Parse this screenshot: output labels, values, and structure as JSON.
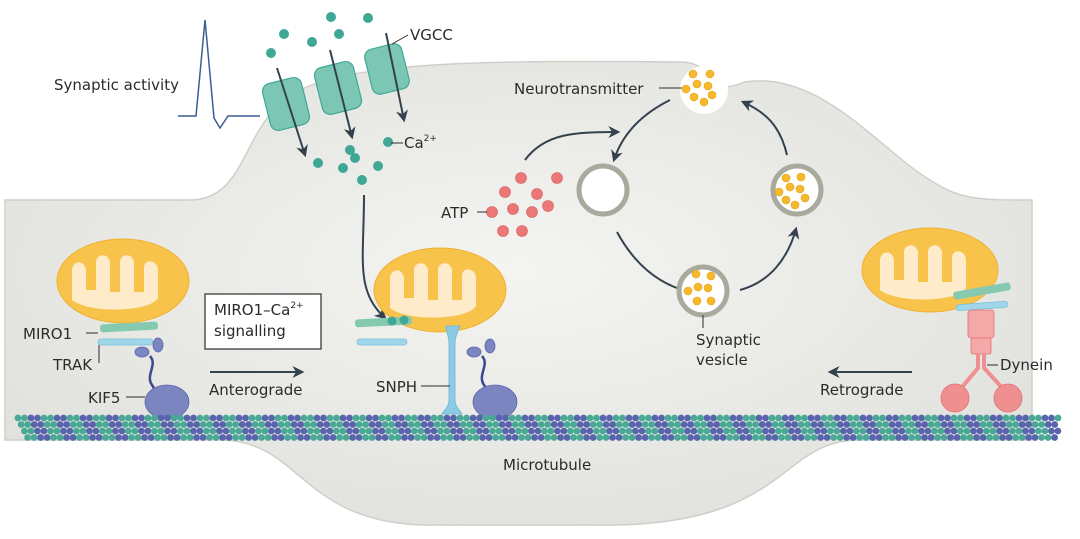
{
  "labels": {
    "synaptic_activity": "Synaptic activity",
    "vgcc": "VGCC",
    "calcium": "Ca",
    "calcium_charge": "2+",
    "neurotransmitter": "Neurotransmitter",
    "atp": "ATP",
    "miro1": "MIRO1",
    "trak": "TRAK",
    "kif5": "KIF5",
    "signalling_line1": "MIRO1–Ca",
    "signalling_charge": "2+",
    "signalling_line2": "signalling",
    "anterograde": "Anterograde",
    "snph": "SNPH",
    "synaptic_vesicle_line1": "Synaptic",
    "synaptic_vesicle_line2": "vesicle",
    "retrograde": "Retrograde",
    "dynein": "Dynein",
    "microtubule": "Microtubule"
  },
  "colors": {
    "cell_fill": "#ececea",
    "cell_edge": "#d4d4cf",
    "calcium": "#3fa894",
    "channel": "#7cc7b4",
    "atp": "#ec7777",
    "neurotransmitter": "#f6b92c",
    "mito_outer": "#f7c34b",
    "mito_inner": "#fdebc9",
    "miro": "#86c9b1",
    "trak": "#9fd6ea",
    "kinesin": "#7b86c0",
    "snph": "#8dcbe5",
    "dynein": "#f08f8f",
    "tubulin_a": "#49a994",
    "tubulin_b": "#5a64ad",
    "arrow": "#34424e",
    "vesicle_ring": "#a9aa9e"
  }
}
